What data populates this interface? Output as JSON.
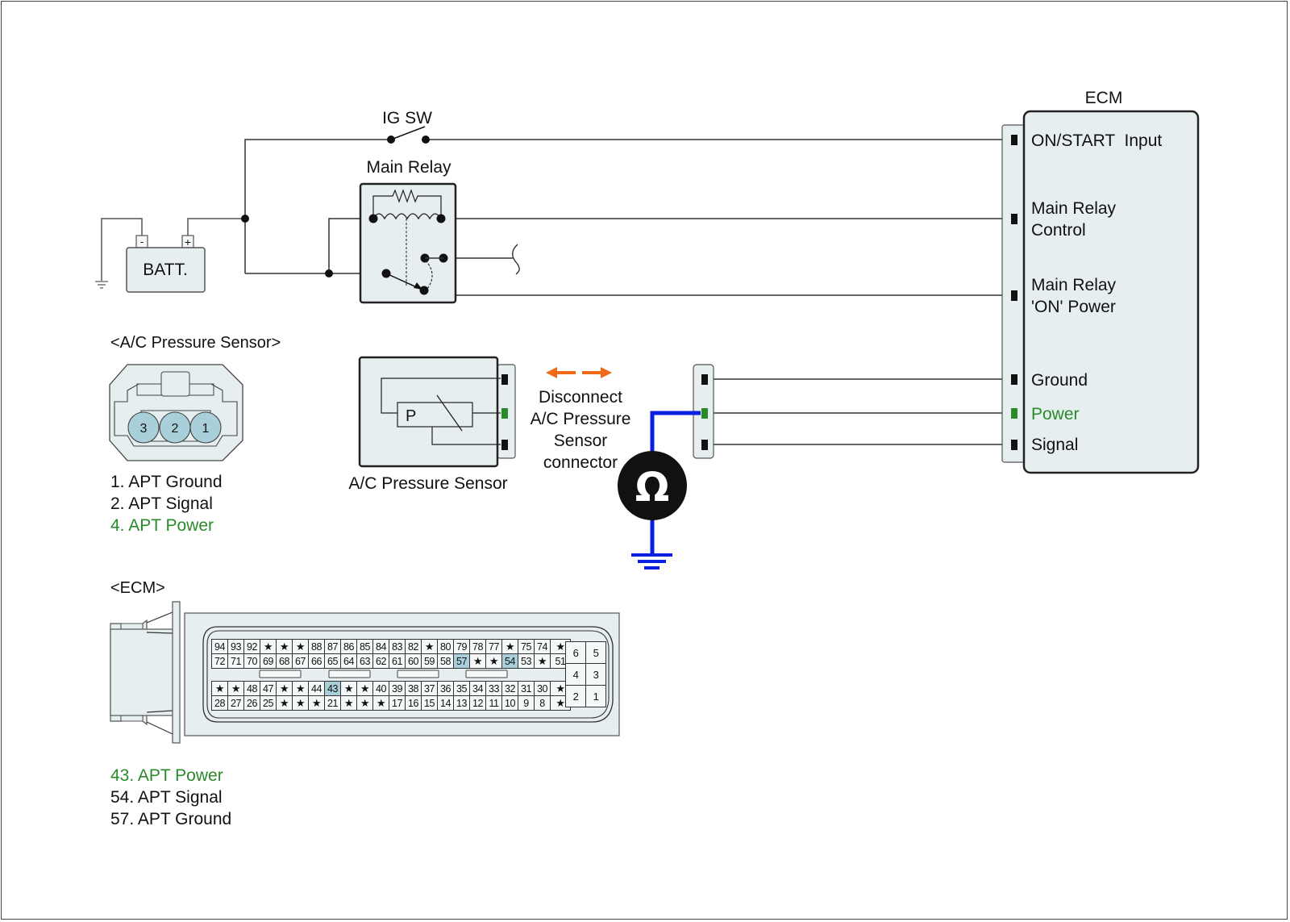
{
  "colors": {
    "wire": "#333333",
    "component_fill": "#e6eef0",
    "power_green": "#2a8a2a",
    "probe_blue": "#0a1ee0",
    "disconnect_orange": "#f06a1a",
    "pin_highlight": "#a9d0da",
    "pin_circle": "#a9d0da"
  },
  "circuit": {
    "ig_switch_label": "IG SW",
    "main_relay_label": "Main Relay",
    "battery_label": "BATT.",
    "battery_neg": "-",
    "battery_pos": "+",
    "ecm_label": "ECM",
    "ecm_pins": [
      {
        "label": "ON/START  Input",
        "color": "black"
      },
      {
        "label_lines": [
          "Main Relay",
          "Control"
        ],
        "color": "black"
      },
      {
        "label_lines": [
          "Main Relay",
          "'ON' Power"
        ],
        "color": "black"
      },
      {
        "label": "Ground",
        "color": "black"
      },
      {
        "label": "Power",
        "color": "green"
      },
      {
        "label": "Signal",
        "color": "black"
      }
    ],
    "sensor_label": "A/C Pressure Sensor",
    "sensor_symbol": "P",
    "disconnect_note": [
      "Disconnect",
      "A/C Pressure",
      "Sensor",
      "connector"
    ],
    "ohmmeter_symbol": "Ω"
  },
  "ac_connector": {
    "title": "<A/C Pressure Sensor>",
    "pins": [
      "3",
      "2",
      "1"
    ],
    "legend": [
      {
        "text": "1. APT Ground",
        "color": "black"
      },
      {
        "text": "2. APT Signal",
        "color": "black"
      },
      {
        "text": "4. APT Power",
        "color": "green"
      }
    ]
  },
  "ecm_connector": {
    "title": "<ECM>",
    "rows": [
      [
        "94",
        "93",
        "92",
        "★",
        "★",
        "★",
        "88",
        "87",
        "86",
        "85",
        "84",
        "83",
        "82",
        "★",
        "80",
        "79",
        "78",
        "77",
        "★",
        "75",
        "74",
        "★"
      ],
      [
        "72",
        "71",
        "70",
        "69",
        "68",
        "67",
        "66",
        "65",
        "64",
        "63",
        "62",
        "61",
        "60",
        "59",
        "58",
        "57",
        "★",
        "★",
        "54",
        "53",
        "★",
        "51"
      ],
      [
        "★",
        "★",
        "48",
        "47",
        "★",
        "★",
        "44",
        "43",
        "★",
        "★",
        "40",
        "39",
        "38",
        "37",
        "36",
        "35",
        "34",
        "33",
        "32",
        "31",
        "30",
        "★"
      ],
      [
        "28",
        "27",
        "26",
        "25",
        "★",
        "★",
        "★",
        "21",
        "★",
        "★",
        "★",
        "17",
        "16",
        "15",
        "14",
        "13",
        "12",
        "11",
        "10",
        "9",
        "8",
        "★"
      ]
    ],
    "highlighted_pins": [
      "57",
      "54",
      "43"
    ],
    "small_block": [
      [
        "6",
        "5"
      ],
      [
        "4",
        "3"
      ],
      [
        "2",
        "1"
      ]
    ],
    "legend": [
      {
        "text": "43. APT Power",
        "color": "green"
      },
      {
        "text": "54. APT Signal",
        "color": "black"
      },
      {
        "text": "57. APT Ground",
        "color": "black"
      }
    ]
  }
}
